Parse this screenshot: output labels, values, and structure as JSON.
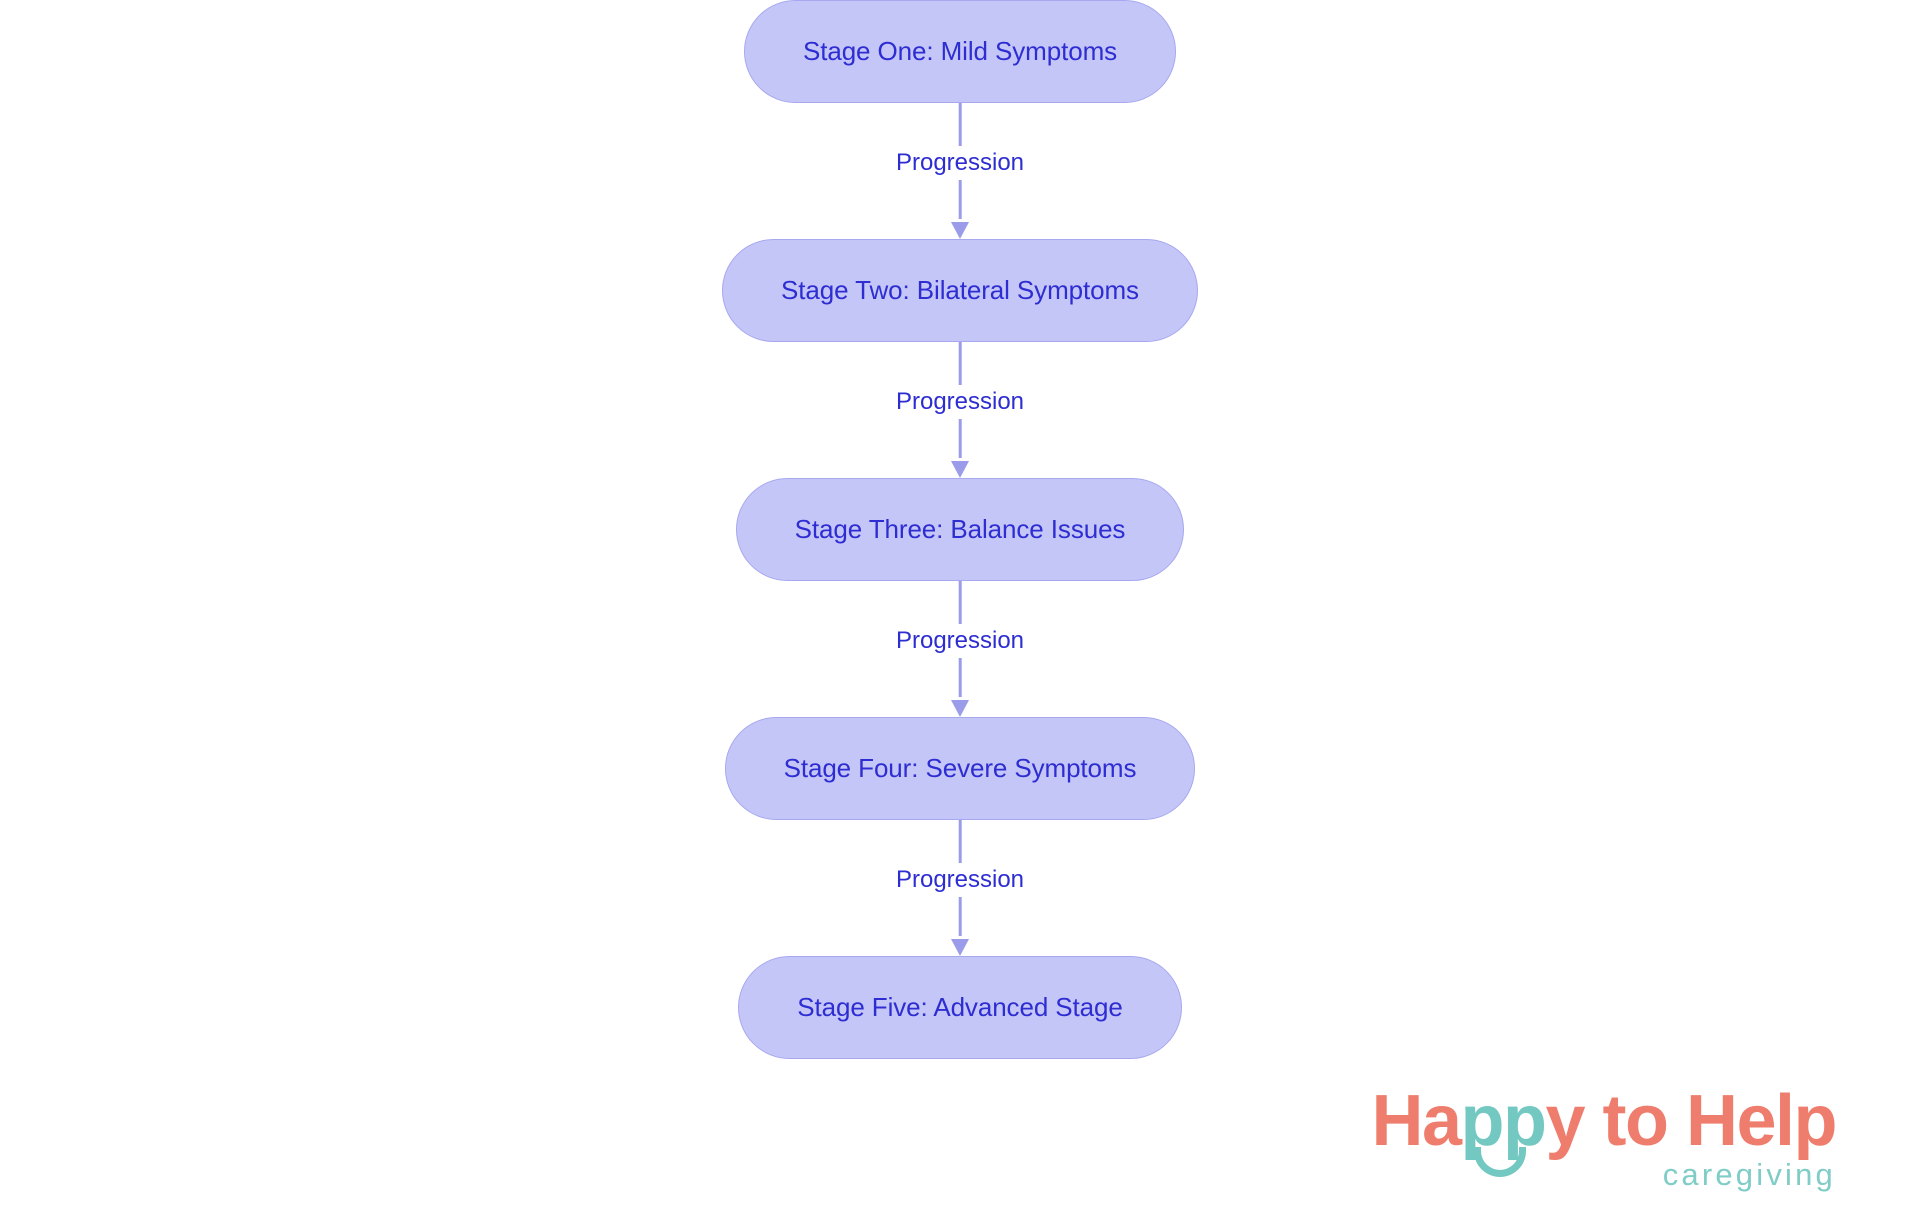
{
  "diagram": {
    "type": "vertical-flowchart",
    "orientation": "top-to-bottom",
    "node_fill": "#c5c6f8",
    "node_border": "#a7a8f0",
    "node_text_color": "#2d2dd2",
    "edge_color": "#9a9ce9",
    "background": "#ffffff",
    "nodes": [
      {
        "id": "stage-one",
        "label": "Stage One: Mild Symptoms"
      },
      {
        "id": "stage-two",
        "label": "Stage Two: Bilateral Symptoms"
      },
      {
        "id": "stage-three",
        "label": "Stage Three: Balance Issues"
      },
      {
        "id": "stage-four",
        "label": "Stage Four: Severe Symptoms"
      },
      {
        "id": "stage-five",
        "label": "Stage Five: Advanced Stage"
      }
    ],
    "edges": [
      {
        "from": "stage-one",
        "to": "stage-two",
        "label": "Progression"
      },
      {
        "from": "stage-two",
        "to": "stage-three",
        "label": "Progression"
      },
      {
        "from": "stage-three",
        "to": "stage-four",
        "label": "Progression"
      },
      {
        "from": "stage-four",
        "to": "stage-five",
        "label": "Progression"
      }
    ]
  },
  "logo": {
    "word_1": "Ha",
    "word_2": "pp",
    "word_3": "y to Help",
    "tagline": "caregiving",
    "coral": "#ef7d6e",
    "teal": "#74c8c2",
    "tagline_color": "#80ccc6",
    "smile_icon": "smile-arc-icon"
  }
}
